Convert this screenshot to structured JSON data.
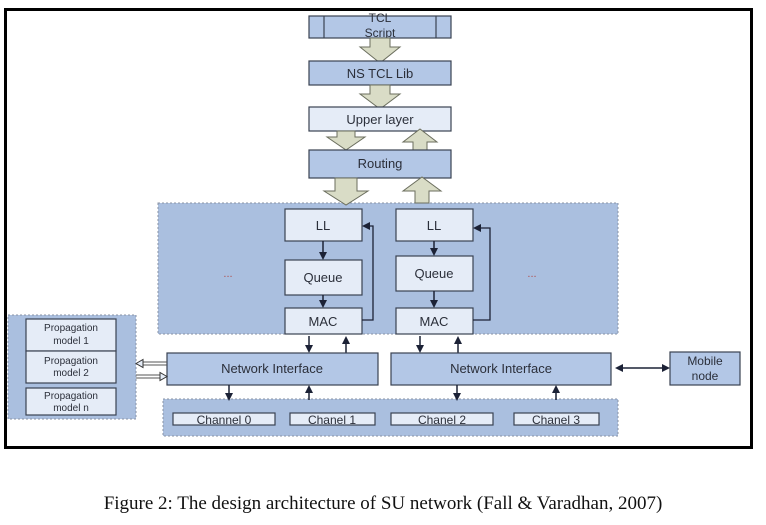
{
  "diagram": {
    "colors": {
      "frame": "#000000",
      "region_fill": "#aabfdf",
      "box_mid": "#b3c7e6",
      "box_light": "#e5ecf7",
      "box_border": "#3a4252",
      "arrow_fill": "#d9dcc6",
      "arrow_stroke": "#6b6e5e",
      "connector": "#1c2236"
    },
    "stack": {
      "tcl_script": "TCL Script",
      "tcl_script_line1": "TCL",
      "tcl_script_line2": "Script",
      "ns_tcl_lib": "NS TCL Lib",
      "upper_layer": "Upper layer",
      "routing": "Routing"
    },
    "node_stack": {
      "left": {
        "ll": "LL",
        "queue": "Queue",
        "mac": "MAC"
      },
      "right": {
        "ll": "LL",
        "queue": "Queue",
        "mac": "MAC"
      },
      "ellipsis_left": "...",
      "ellipsis_right": "..."
    },
    "network_interfaces": [
      "Network Interface",
      "Network Interface"
    ],
    "propagation_models": [
      {
        "line1": "Propagation",
        "line2": "model 1"
      },
      {
        "line1": "Propagation",
        "line2": "model 2"
      },
      {
        "line1": "Propagation",
        "line2": "model n"
      }
    ],
    "propagation_ellipsis": "...",
    "channels": [
      "Channel 0",
      "Chanel 1",
      "Chanel 2",
      "Chanel 3"
    ],
    "mobile_node": {
      "line1": "Mobile",
      "line2": "node"
    }
  },
  "caption": "Figure 2: The design architecture of SU network (Fall & Varadhan, 2007)"
}
